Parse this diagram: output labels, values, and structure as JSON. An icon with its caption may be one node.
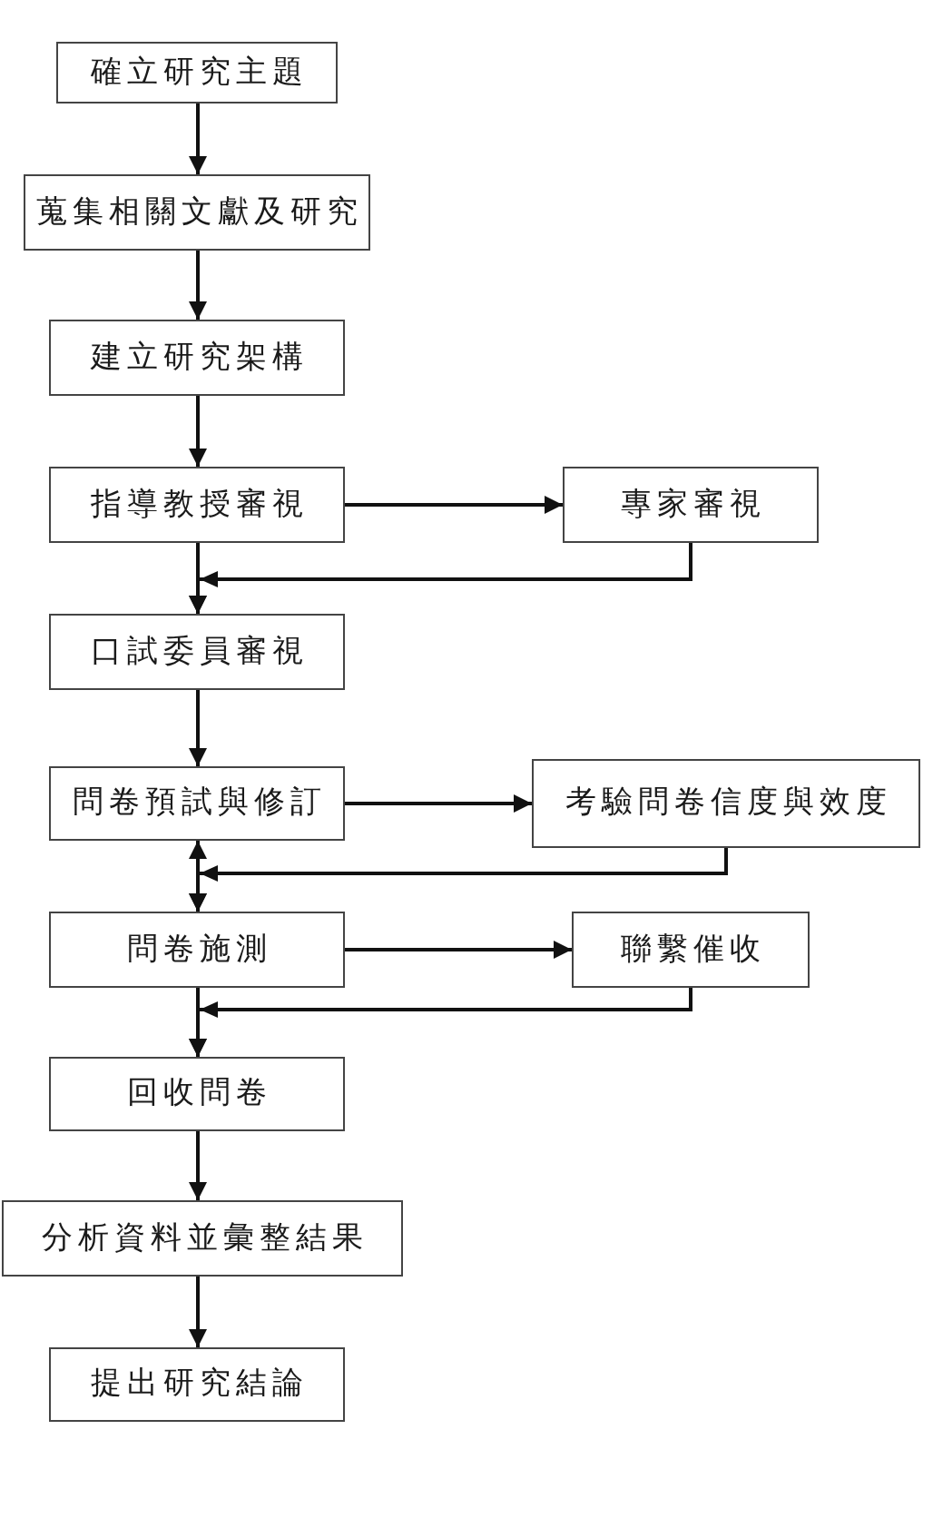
{
  "diagram": {
    "nodes": [
      {
        "text": [
          "確立研究主題"
        ]
      },
      {
        "text": [
          "蒐集相關文獻及研究"
        ]
      },
      {
        "text": [
          "建立研究架構"
        ]
      },
      {
        "text": [
          "指導教授審視"
        ]
      },
      {
        "text": [
          "專家審視"
        ]
      },
      {
        "text": [
          "口試委員審視"
        ]
      },
      {
        "text": [
          "問卷預試與修訂"
        ]
      },
      {
        "text": [
          "考驗問卷信度與效度"
        ]
      },
      {
        "text": [
          "問卷施測"
        ]
      },
      {
        "text": [
          "聯繫催收"
        ]
      },
      {
        "text": [
          "回收問卷"
        ]
      },
      {
        "text": [
          "分析資料並彙整結果"
        ]
      },
      {
        "text": [
          "提出研究結論"
        ]
      }
    ],
    "edges": [
      {
        "from": 0,
        "to": 1,
        "arrow": "to"
      },
      {
        "from": 1,
        "to": 2,
        "arrow": "to"
      },
      {
        "from": 2,
        "to": 3,
        "arrow": "to"
      },
      {
        "from": 3,
        "to": 4,
        "arrow": "to"
      },
      {
        "from": 3,
        "to": 5,
        "arrow": "to"
      },
      {
        "from": 4,
        "to": 5,
        "arrow": "to"
      },
      {
        "from": 5,
        "to": 6,
        "arrow": "to"
      },
      {
        "from": 6,
        "to": 7,
        "arrow": "to"
      },
      {
        "from": 6,
        "to": 8,
        "arrow": "both"
      },
      {
        "from": 7,
        "to": 8,
        "arrow": "to"
      },
      {
        "from": 8,
        "to": 9,
        "arrow": "to"
      },
      {
        "from": 8,
        "to": 10,
        "arrow": "to"
      },
      {
        "from": 9,
        "to": 10,
        "arrow": "to"
      },
      {
        "from": 10,
        "to": 11,
        "arrow": "to"
      },
      {
        "from": 11,
        "to": 12,
        "arrow": "to"
      }
    ]
  }
}
